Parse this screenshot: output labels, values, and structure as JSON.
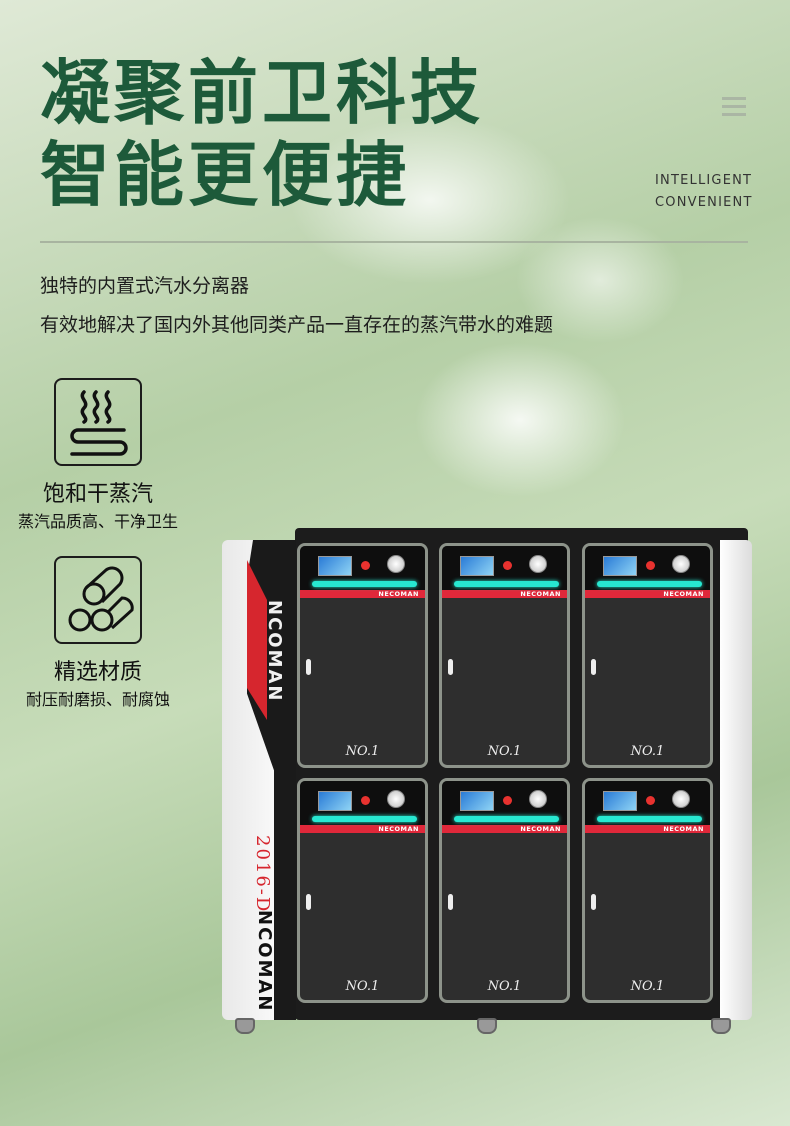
{
  "header": {
    "title_line1": "凝聚前卫科技",
    "title_line2": "智能更便捷",
    "en_line1": "INTELLIGENT",
    "en_line2": "CONVENIENT"
  },
  "intro": {
    "line1": "独特的内置式汽水分离器",
    "line2": "有效地解决了国内外其他同类产品一直存在的蒸汽带水的难题"
  },
  "features": [
    {
      "icon": "steam-icon",
      "title": "饱和干蒸汽",
      "subtitle": "蒸汽品质高、干净卫生"
    },
    {
      "icon": "pipes-icon",
      "title": "精选材质",
      "subtitle": "耐压耐磨损、耐腐蚀"
    }
  ],
  "machine": {
    "brand_top": "NCOMAN",
    "model": "2016-D",
    "brand_bottom": "NCOMAN",
    "doors": [
      {
        "brand": "NECOMAN",
        "label": "NO.1"
      },
      {
        "brand": "NECOMAN",
        "label": "NO.1"
      },
      {
        "brand": "NECOMAN",
        "label": "NO.1"
      },
      {
        "brand": "NECOMAN",
        "label": "NO.1"
      },
      {
        "brand": "NECOMAN",
        "label": "NO.1"
      },
      {
        "brand": "NECOMAN",
        "label": "NO.1"
      }
    ]
  },
  "colors": {
    "title": "#1d5a3a",
    "accent_red": "#e0283a",
    "indicator_cyan": "#27e8d1"
  }
}
